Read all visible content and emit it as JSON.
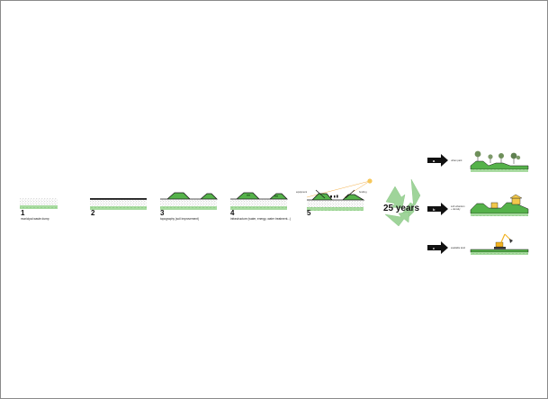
{
  "colors": {
    "grass": "#55b24a",
    "grass_light": "#a8dba0",
    "soil_dots": "#9a9a9a",
    "recycle": "#9fd49a",
    "sun": "#f6c75a",
    "ray": "#f3b04a",
    "arrow": "#111111"
  },
  "steps": [
    {
      "number": "1",
      "caption": "municipal waste dump"
    },
    {
      "number": "2",
      "caption": ""
    },
    {
      "number": "3",
      "caption": "topography (soil improvement)"
    },
    {
      "number": "4",
      "caption": "infrastructure (water, energy, water treatment...)"
    },
    {
      "number": "5",
      "caption": ""
    }
  ],
  "step5_labels": {
    "left": "equipment",
    "right": "funding"
  },
  "center": {
    "text": "25 years",
    "icon": "recycle-icon"
  },
  "outcomes": [
    {
      "badge": "a",
      "label": "urban park",
      "icon": "trees-icon"
    },
    {
      "badge": "b",
      "label": "soft urbanism\n+ density",
      "icon": "buildings-icon"
    },
    {
      "badge": "c",
      "label": "available land",
      "icon": "excavator-icon"
    }
  ]
}
